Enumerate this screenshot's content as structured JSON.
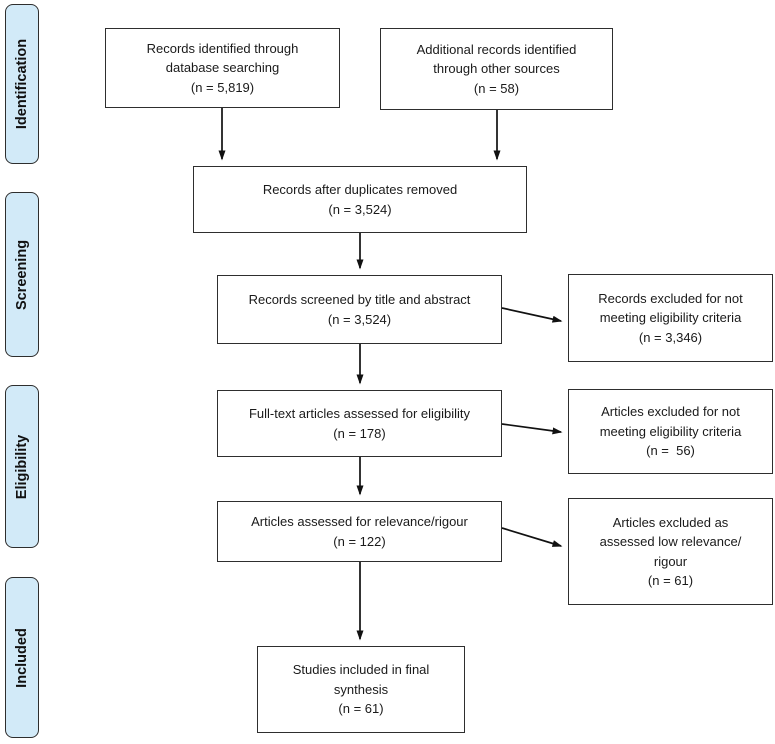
{
  "diagram": {
    "kind": "PRISMA flow diagram",
    "stage_fill_color": "#d2eaf8",
    "box_border_color": "#2e2e2e",
    "arrow_color": "#111111"
  },
  "sidebar": {
    "items": [
      {
        "label": "Identification"
      },
      {
        "label": "Screening"
      },
      {
        "label": "Eligibility"
      },
      {
        "label": "Included"
      }
    ]
  },
  "boxes": {
    "db_search": {
      "l1": "Records identified through",
      "l2": "database searching",
      "l3": "(n = 5,819)"
    },
    "other_sources": {
      "l1": "Additional records identified",
      "l2": "through other sources",
      "l3": "(n = 58)"
    },
    "duplicates_removed": {
      "l1": "Records after duplicates removed",
      "l2": "(n = 3,524)"
    },
    "screened": {
      "l1": "Records screened by title and abstract",
      "l2": "(n = 3,524)"
    },
    "excluded_screening": {
      "l1": "Records excluded for not",
      "l2": "meeting eligibility criteria",
      "l3": "(n = 3,346)"
    },
    "fulltext": {
      "l1": "Full-text articles assessed for eligibility",
      "l2": "(n = 178)"
    },
    "excluded_fulltext": {
      "l1": "Articles excluded for not",
      "l2": "meeting eligibility criteria",
      "l3": "(n =  56)"
    },
    "relevance": {
      "l1": "Articles assessed for relevance/rigour",
      "l2": "(n = 122)"
    },
    "excluded_relevance": {
      "l1": "Articles excluded as",
      "l2": "assessed low relevance/",
      "l3": "rigour",
      "l4": "(n = 61)"
    },
    "included_final": {
      "l1": "Studies included in final",
      "l2": "synthesis",
      "l3": "(n = 61)"
    }
  }
}
